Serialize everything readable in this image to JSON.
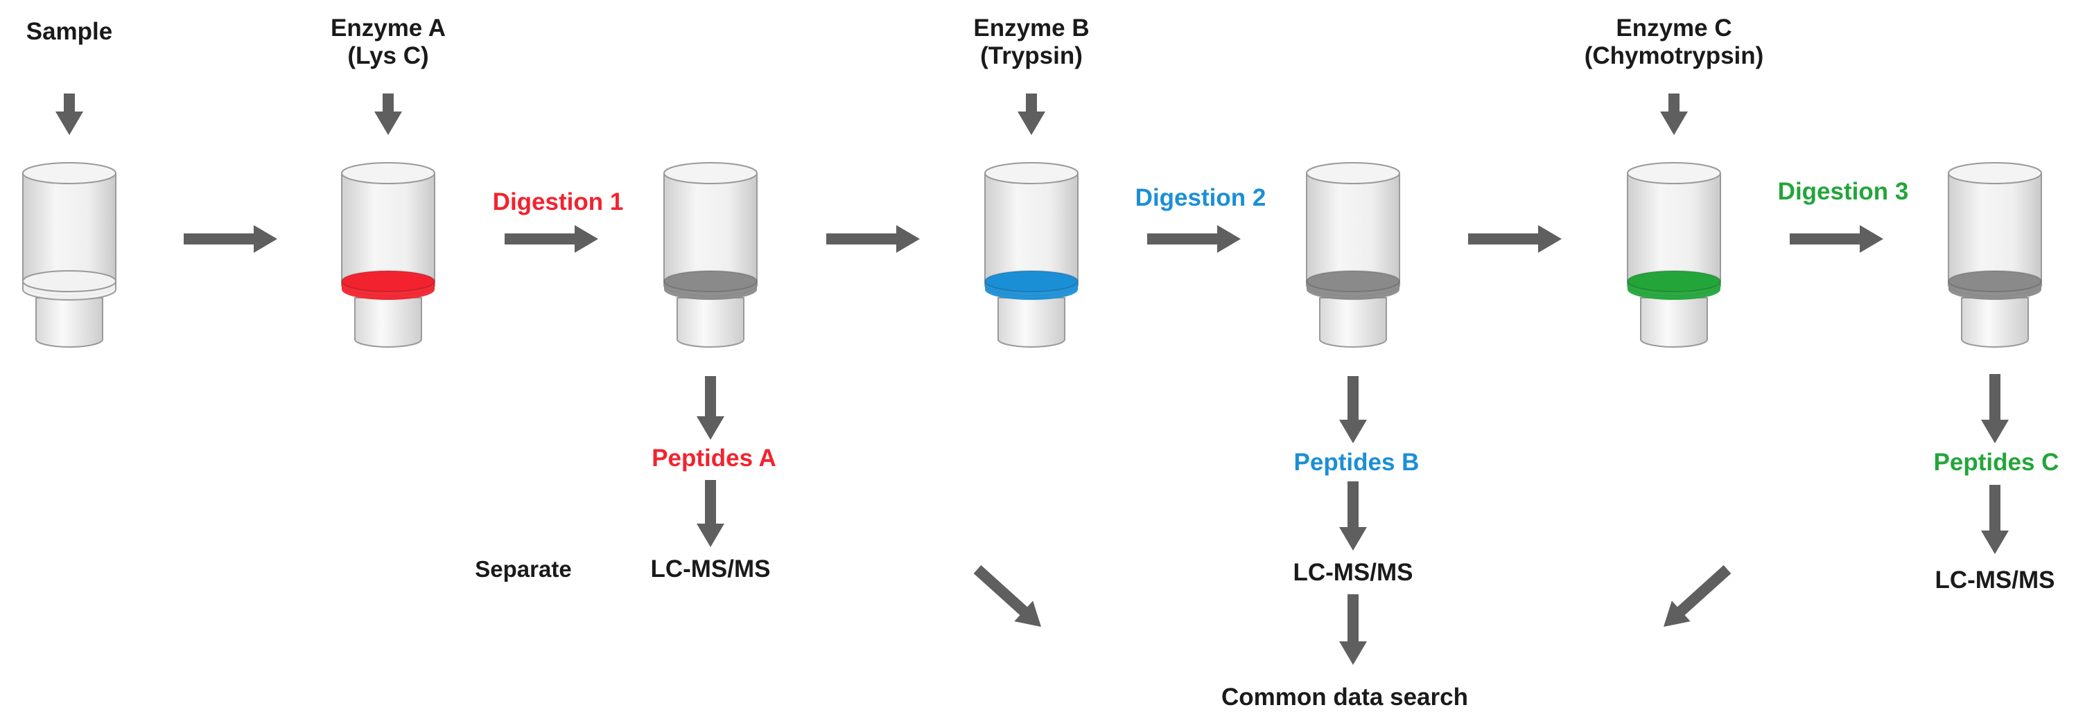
{
  "inputs": {
    "sample": "Sample",
    "enzyme_a": [
      "Enzyme A",
      "(Lys C)"
    ],
    "enzyme_b": [
      "Enzyme B",
      "(Trypsin)"
    ],
    "enzyme_c": [
      "Enzyme C",
      "(Chymotrypsin)"
    ]
  },
  "steps": {
    "digestion_1": "Digestion 1",
    "digestion_2": "Digestion 2",
    "digestion_3": "Digestion 3"
  },
  "outputs": {
    "peptides_a": "Peptides A",
    "peptides_b": "Peptides B",
    "peptides_c": "Peptides C",
    "separate": "Separate",
    "lcms_a": "LC-MS/MS",
    "lcms_b": "LC-MS/MS",
    "lcms_c": "LC-MS/MS",
    "common_search": "Common data search"
  },
  "colors": {
    "enzyme_a": "#f2232e",
    "enzyme_b": "#1b8fd6",
    "enzyme_c": "#23a53a",
    "filtrate": "#8a8a8a",
    "arrow": "#5f5f5f"
  }
}
